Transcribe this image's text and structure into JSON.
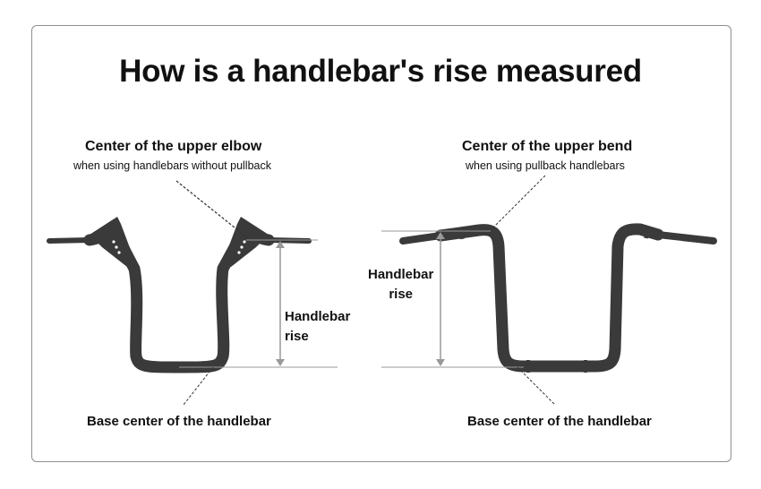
{
  "title": "How is a handlebar's rise measured",
  "left": {
    "callout_title": "Center of the upper elbow",
    "callout_subtitle": "when using handlebars without pullback",
    "rise_line1": "Handlebar",
    "rise_line2": "rise",
    "base_label": "Base center of the handlebar"
  },
  "right": {
    "callout_title": "Center of the upper bend",
    "callout_subtitle": "when using pullback handlebars",
    "rise_line1": "Handlebar",
    "rise_line2": "rise",
    "base_label": "Base center of the handlebar"
  },
  "colors": {
    "bar": "#3a3a3a",
    "measure": "#999999",
    "text": "#111111"
  }
}
